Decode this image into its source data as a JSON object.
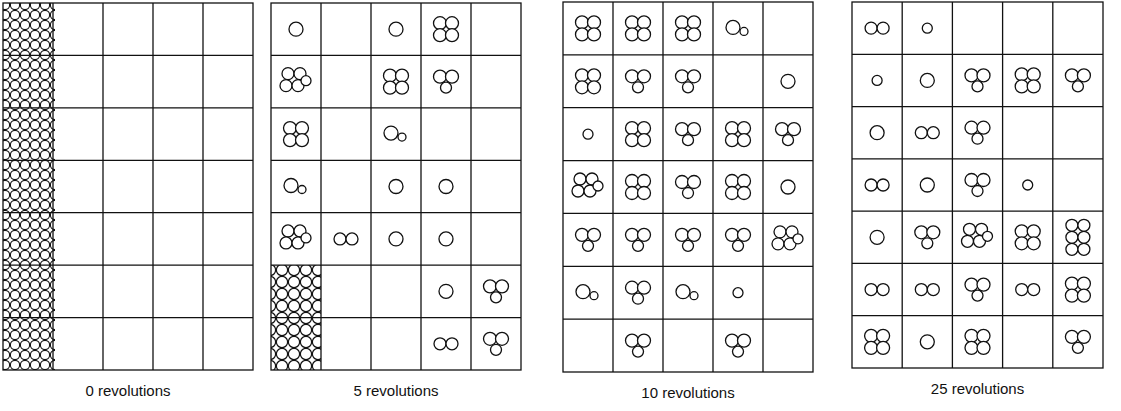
{
  "diagram": {
    "labels": [
      "0 revolutions",
      "5 revolutions",
      "10 revolutions",
      "25 revolutions"
    ]
  }
}
